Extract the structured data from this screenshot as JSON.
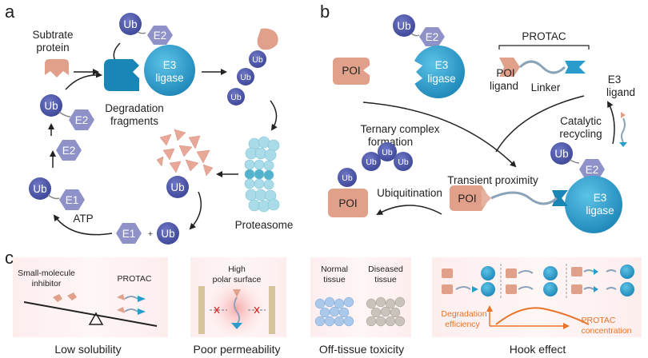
{
  "panels": {
    "a": "a",
    "b": "b",
    "c": "c"
  },
  "molecules": {
    "ub": "Ub",
    "e1": "E1",
    "e2": "E2",
    "e3_line1": "E3",
    "e3_line2": "ligase",
    "poi": "POI",
    "plus": "+"
  },
  "panel_a": {
    "subtrate_line1": "Subtrate",
    "subtrate_line2": "protein",
    "degradation_line1": "Degradation",
    "degradation_line2": "fragments",
    "proteasome": "Proteasome",
    "atp": "ATP"
  },
  "panel_b": {
    "protac": "PROTAC",
    "poi_ligand_line1": "POI",
    "poi_ligand_line2": "ligand",
    "linker": "Linker",
    "e3_ligand_line1": "E3",
    "e3_ligand_line2": "ligand",
    "ternary_line1": "Ternary complex",
    "ternary_line2": "formation",
    "catalytic_line1": "Catalytic",
    "catalytic_line2": "recycling",
    "transient": "Transient proximity",
    "ubiquitination": "Ubiquitination"
  },
  "panel_c": {
    "small_line1": "Small-molecule",
    "small_line2": "inhibitor",
    "protac": "PROTAC",
    "high_line1": "High",
    "high_line2": "polar surface",
    "normal_line1": "Normal",
    "normal_line2": "tissue",
    "diseased_line1": "Diseased",
    "diseased_line2": "tissue",
    "deg_line1": "Degradation",
    "deg_line2": "efficiency",
    "protac_conc_line1": "PROTAC",
    "protac_conc_line2": "concentration",
    "captions": [
      "Low solubility",
      "Poor permeability",
      "Off-tissue toxicity",
      "Hook effect"
    ]
  },
  "colors": {
    "e3": "#2a9ccb",
    "ub": "#4b56a8",
    "e_hex": "#8f92c8",
    "poi": "#e0a08a",
    "accent": "#e8742a"
  }
}
